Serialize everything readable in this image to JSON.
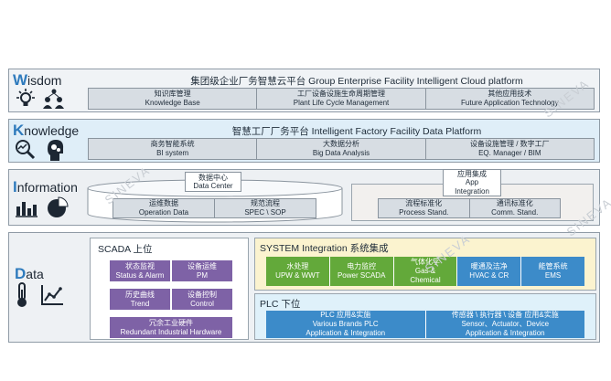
{
  "colors": {
    "wisdom_bg": "#f0f3f6",
    "knowledge_bg": "#dfeef8",
    "accent_blue": "#2f7bbd",
    "scada_purple": "#7e62a6",
    "system_green": "#63a93a",
    "plc_blue": "#3c8bc9",
    "system_panel": "#fbf3cf",
    "plc_panel": "#dff1fa"
  },
  "layers": {
    "wisdom": {
      "first": "W",
      "rest": "isdom",
      "title": "集团级企业厂务智慧云平台    Group Enterprise Facility Intelligent Cloud platform",
      "icons": [
        "lightbulb-icon",
        "people-network-icon"
      ],
      "cells": [
        {
          "cn": "知识库管理",
          "en": "Knowledge Base"
        },
        {
          "cn": "工厂设备设施生命周期管理",
          "en": "Plant Life Cycle Management"
        },
        {
          "cn": "其他应用技术",
          "en": "Future Application Technology"
        }
      ]
    },
    "knowledge": {
      "first": "K",
      "rest": "nowledge",
      "title": "智慧工厂厂务平台 Intelligent Factory Facility Data Platform",
      "icons": [
        "magnifier-chart-icon",
        "head-gears-icon"
      ],
      "cells": [
        {
          "cn": "商务智能系统",
          "en": "BI system"
        },
        {
          "cn": "大数据分析",
          "en": "Big Data Analysis"
        },
        {
          "cn": "设备设施管理 / 数字工厂",
          "en": "EQ. Manager / BIM"
        }
      ]
    },
    "information": {
      "first": "I",
      "rest": "nformation",
      "icons": [
        "bar-chart-icon",
        "pie-chart-icon"
      ],
      "data_center": {
        "cn": "数据中心",
        "en": "Data Center"
      },
      "dc_cells": [
        {
          "cn": "运维数据",
          "en": "Operation Data"
        },
        {
          "cn": "规范流程",
          "en": "SPEC \\ SOP"
        }
      ],
      "app_integration": {
        "cn": "应用集成",
        "en1": "App",
        "en2": "Integration"
      },
      "ai_cells": [
        {
          "cn": "流程标准化",
          "en": "Process Stand."
        },
        {
          "cn": "通讯标准化",
          "en": "Comm. Stand."
        }
      ]
    },
    "data": {
      "first": "D",
      "rest": "ata",
      "icons": [
        "thermometer-icon",
        "line-chart-icon"
      ],
      "scada": {
        "title": "SCADA 上位",
        "items": [
          {
            "cn": "状态监视",
            "en": "Status & Alarm"
          },
          {
            "cn": "设备运维",
            "en": "PM"
          },
          {
            "cn": "历史曲线",
            "en": "Trend"
          },
          {
            "cn": "设备控制",
            "en": "Control"
          }
        ],
        "wide": {
          "cn": "冗余工业硬件",
          "en": "Redundant Industrial Hardware"
        }
      },
      "system": {
        "title": "SYSTEM Integration 系统集成",
        "items": [
          {
            "cn": "水处理",
            "en": "UPW & WWT"
          },
          {
            "cn": "电力监控",
            "en": "Power SCADA"
          },
          {
            "cn": "气体化学",
            "en": "Gas &",
            "en2": "Chemical"
          },
          {
            "cn": "暖通及洁净",
            "en": "HVAC & CR"
          },
          {
            "cn": "能管系统",
            "en": "EMS"
          }
        ]
      },
      "plc": {
        "title": "PLC 下位",
        "items": [
          {
            "cn": "PLC  应用&实施",
            "en1": "Various Brands PLC",
            "en2": "Application & Integration"
          },
          {
            "cn": "传感器 \\ 执行器 \\ 设备 应用&实施",
            "en1": "Sensor、Actuator、Device",
            "en2": "Application & Integration"
          }
        ]
      }
    }
  },
  "watermark": "SINEVA"
}
